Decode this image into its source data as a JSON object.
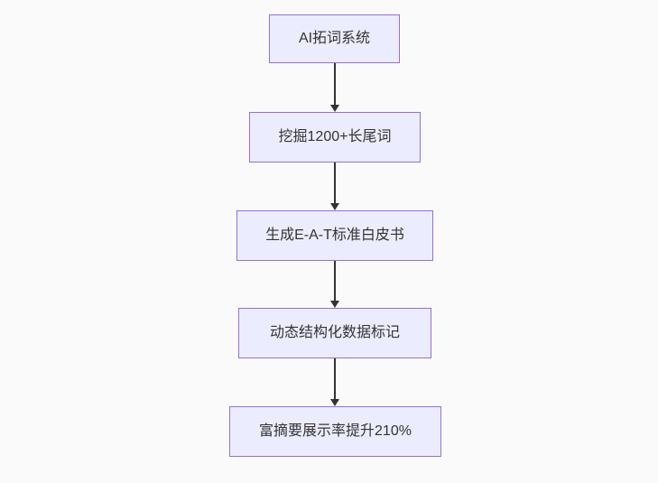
{
  "flowchart": {
    "type": "flowchart-top-down",
    "nodes": [
      {
        "label": "AI拓词系统"
      },
      {
        "label": "挖掘1200+长尾词"
      },
      {
        "label": "生成E-A-T标准白皮书"
      },
      {
        "label": "动态结构化数据标记"
      },
      {
        "label": "富摘要展示率提升210%"
      }
    ],
    "edges": [
      {
        "from": 0,
        "to": 1
      },
      {
        "from": 1,
        "to": 2
      },
      {
        "from": 2,
        "to": 3
      },
      {
        "from": 3,
        "to": 4
      }
    ],
    "colors": {
      "background": "#fafafa",
      "node_fill": "#ECECFF",
      "node_border": "#9370DB",
      "arrow": "#333333",
      "text": "#333333"
    }
  }
}
